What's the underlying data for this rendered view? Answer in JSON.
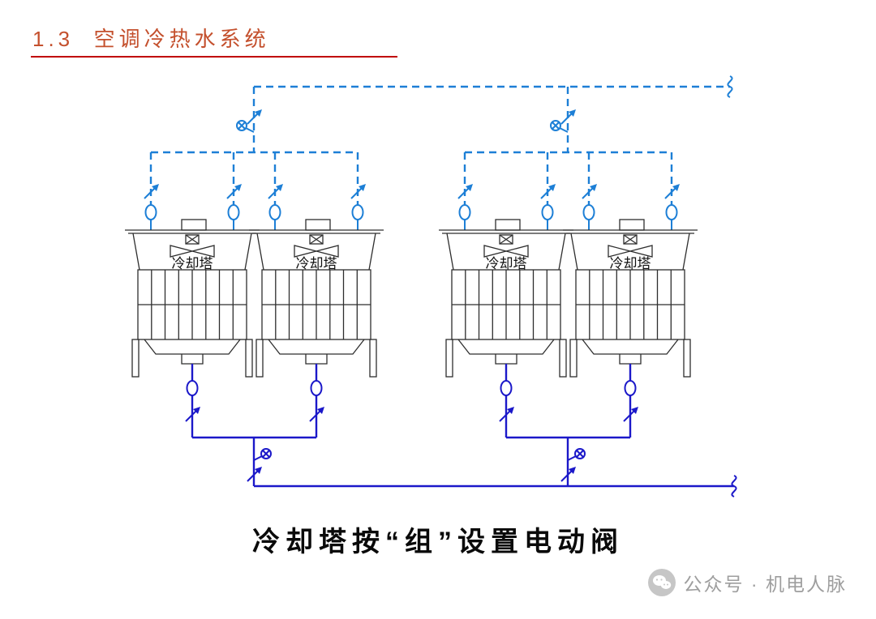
{
  "slide": {
    "title": "1.3  空调冷热水系统",
    "caption": "冷却塔按“组”设置电动阀",
    "watermark": "公众号 · 机电人脉"
  },
  "diagram": {
    "tower_labels": [
      "冷却塔",
      "冷却塔",
      "冷却塔",
      "冷却塔"
    ],
    "colors": {
      "supply_pipe": "#1d7fd6",
      "return_pipe": "#1b18c9",
      "tower_line": "#2e2e2e",
      "title_text": "#c4502d",
      "underline": "#c00000",
      "caption_text": "#0a0a0a",
      "watermark_text": "#9e9e9e",
      "watermark_icon": "#c6c6c6"
    }
  }
}
